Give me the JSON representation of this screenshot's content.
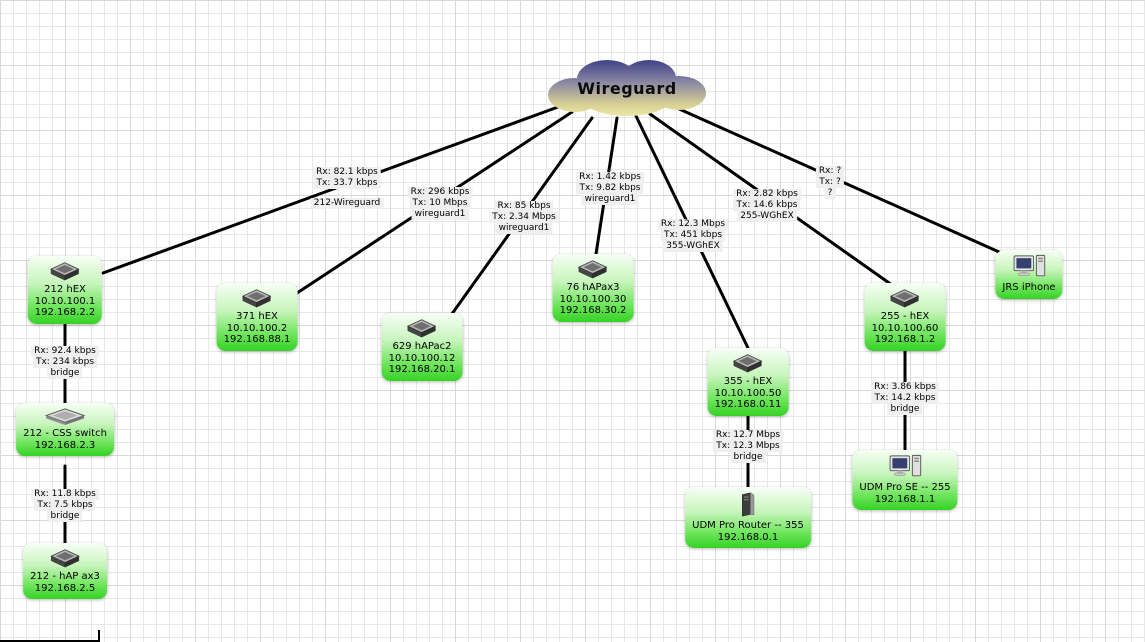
{
  "cloud": {
    "label": "Wireguard"
  },
  "nodes": [
    {
      "id": "212-hex",
      "lines": [
        "212 hEX",
        "10.10.100.1",
        "192.168.2.2"
      ]
    },
    {
      "id": "371-hex",
      "lines": [
        "371 hEX",
        "10.10.100.2",
        "192.168.88.1"
      ]
    },
    {
      "id": "629-hapac2",
      "lines": [
        "629 hAPac2",
        "10.10.100.12",
        "192.168.20.1"
      ]
    },
    {
      "id": "76-hapax3",
      "lines": [
        "76 hAPax3",
        "10.10.100.30",
        "192.168.30.2"
      ]
    },
    {
      "id": "355-hex",
      "lines": [
        "355 - hEX",
        "10.10.100.50",
        "192.168.0.11"
      ]
    },
    {
      "id": "255-hex",
      "lines": [
        "255 - hEX",
        "10.10.100.60",
        "192.168.1.2"
      ]
    },
    {
      "id": "jrs-iphone",
      "lines": [
        "JRS iPhone"
      ]
    },
    {
      "id": "212-css-switch",
      "lines": [
        "212 - CSS switch",
        "192.168.2.3"
      ]
    },
    {
      "id": "212-hap-ax3",
      "lines": [
        "212 - hAP ax3",
        "192.168.2.5"
      ]
    },
    {
      "id": "udm-pro-router-355",
      "lines": [
        "UDM Pro Router -- 355",
        "192.168.0.1"
      ]
    },
    {
      "id": "udm-pro-se-255",
      "lines": [
        "UDM Pro SE -- 255",
        "192.168.1.1"
      ]
    }
  ],
  "links": [
    {
      "rx": "Rx: 82.1 kbps",
      "tx": "Tx: 33.7 kbps",
      "name": "212-Wireguard"
    },
    {
      "rx": "Rx: 296 kbps",
      "tx": "Tx: 10 Mbps",
      "name": "wireguard1"
    },
    {
      "rx": "Rx: 85 kbps",
      "tx": "Tx: 2.34 Mbps",
      "name": "wireguard1"
    },
    {
      "rx": "Rx: 1.42 kbps",
      "tx": "Tx: 9.82 kbps",
      "name": "wireguard1"
    },
    {
      "rx": "Rx: 12.3 Mbps",
      "tx": "Tx: 451 kbps",
      "name": "355-WGhEX"
    },
    {
      "rx": "Rx: 2.82 kbps",
      "tx": "Tx: 14.6 kbps",
      "name": "255-WGhEX"
    },
    {
      "rx": "Rx: ?",
      "tx": "Tx: ?",
      "name": "?"
    },
    {
      "rx": "Rx: 92.4 kbps",
      "tx": "Tx: 234 kbps",
      "name": "bridge"
    },
    {
      "rx": "Rx: 11.8 kbps",
      "tx": "Tx: 7.5 kbps",
      "name": "bridge"
    },
    {
      "rx": "Rx: 12.7 Mbps",
      "tx": "Tx: 12.3 Mbps",
      "name": "bridge"
    },
    {
      "rx": "Rx: 3.86 kbps",
      "tx": "Tx: 14.2 kbps",
      "name": "bridge"
    }
  ],
  "colors": {
    "node_green": "#35d224",
    "line": "#000000",
    "label_bg": "#efefef",
    "cloud_top": "#2e3282",
    "cloud_bottom": "#efe9a8"
  }
}
